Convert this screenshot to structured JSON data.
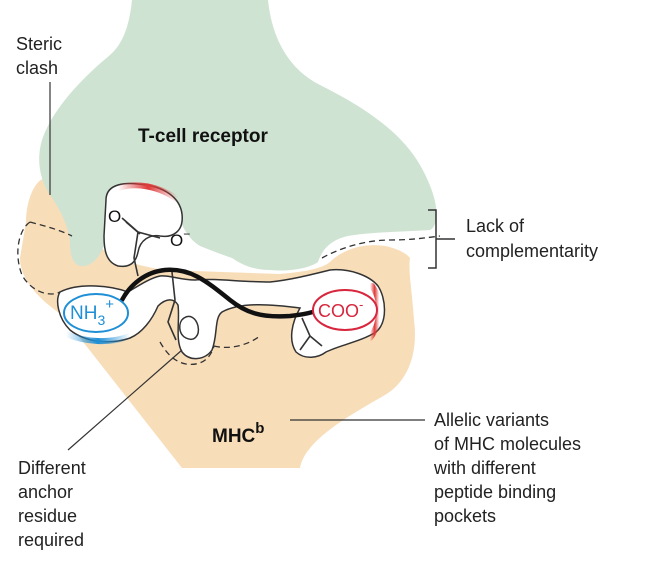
{
  "labels": {
    "tcr": "T-cell receptor",
    "mhc_main": "MHC",
    "mhc_sup": "b",
    "steric": [
      "Steric",
      "clash"
    ],
    "lack": [
      "Lack of",
      "complementarity"
    ],
    "allelic": [
      "Allelic variants",
      "of MHC molecules",
      "with different",
      "peptide binding",
      "pockets"
    ],
    "anchor": [
      "Different",
      "anchor",
      "residue",
      "required"
    ]
  },
  "chem": {
    "oxygen": "O",
    "carboxylate": "O",
    "carboxylate_charge": "−",
    "n_terminus": "NH",
    "n_terminus_sub": "3",
    "n_terminus_charge": "+",
    "c_terminus": "COO",
    "c_terminus_charge": "-"
  },
  "colors": {
    "tcr_fill": "#cfe3d2",
    "mhc_fill": "#f8ddb9",
    "outline": "#333333",
    "peptide": "#111111",
    "n_terminus": "#1f8fd6",
    "c_terminus": "#d7263d",
    "glow_red": "#e03a3a"
  }
}
